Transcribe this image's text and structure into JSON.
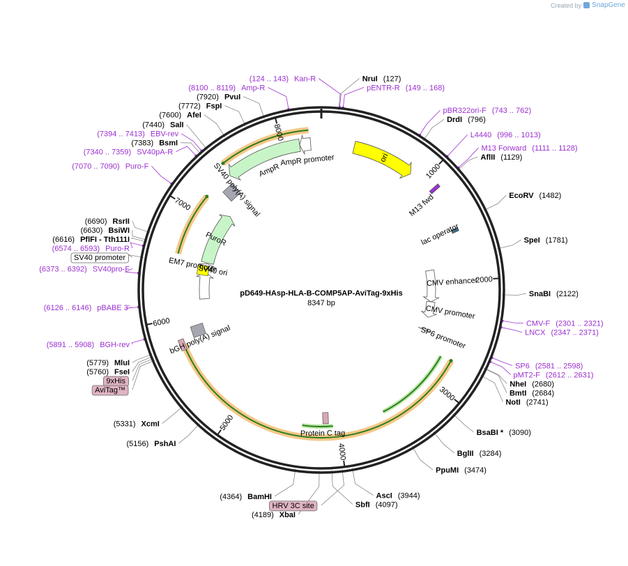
{
  "credit": {
    "created_by": "Created by",
    "brand": "SnapGene"
  },
  "plasmid": {
    "name": "pD649-HAsp-HLA-B-COMP5AP-AviTag-9xHis",
    "size_text": "8347 bp",
    "length": 8347
  },
  "colors": {
    "backbone": "#222222",
    "primer": "#9b30d0",
    "orf_highlight": "#f5c889",
    "orf_core": "#2e7d1f",
    "feature_green": "#c8f5c8",
    "feature_yellow": "#ffff00",
    "feature_gray": "#a4a6b0",
    "feature_pink": "#d8a8b4",
    "tag_box": "#e0b4c2"
  },
  "ticks": [
    {
      "bp": 1000,
      "label": "1000"
    },
    {
      "bp": 2000,
      "label": "2000"
    },
    {
      "bp": 3000,
      "label": "3000"
    },
    {
      "bp": 4000,
      "label": "4000"
    },
    {
      "bp": 5000,
      "label": "5000"
    },
    {
      "bp": 6000,
      "label": "6000"
    },
    {
      "bp": 7000,
      "label": "7000"
    },
    {
      "bp": 8000,
      "label": "8000"
    }
  ],
  "enzymes": [
    {
      "name": "NruI",
      "pos": "(127)",
      "bp": 127,
      "side": "right"
    },
    {
      "name": "DrdI",
      "pos": "(796)",
      "bp": 796,
      "side": "right"
    },
    {
      "name": "AflII",
      "pos": "(1129)",
      "bp": 1129,
      "side": "right"
    },
    {
      "name": "EcoRV",
      "pos": "(1482)",
      "bp": 1482,
      "side": "right"
    },
    {
      "name": "SpeI",
      "pos": "(1781)",
      "bp": 1781,
      "side": "right"
    },
    {
      "name": "SnaBI",
      "pos": "(2122)",
      "bp": 2122,
      "side": "right"
    },
    {
      "name": "NheI",
      "pos": "(2680)",
      "bp": 2680,
      "side": "right"
    },
    {
      "name": "BmtI",
      "pos": "(2684)",
      "bp": 2684,
      "side": "right"
    },
    {
      "name": "NotI",
      "pos": "(2741)",
      "bp": 2741,
      "side": "right"
    },
    {
      "name": "BsaBI *",
      "pos": "(3090)",
      "bp": 3090,
      "side": "right"
    },
    {
      "name": "BglII",
      "pos": "(3284)",
      "bp": 3284,
      "side": "right"
    },
    {
      "name": "PpuMI",
      "pos": "(3474)",
      "bp": 3474,
      "side": "right"
    },
    {
      "name": "AscI",
      "pos": "(3944)",
      "bp": 3944,
      "side": "right"
    },
    {
      "name": "SbfI",
      "pos": "(4097)",
      "bp": 4097,
      "side": "right"
    },
    {
      "name": "XbaI",
      "pos": "(4189)",
      "bp": 4189,
      "side": "left"
    },
    {
      "name": "BamHI",
      "pos": "(4364)",
      "bp": 4364,
      "side": "left"
    },
    {
      "name": "PshAI",
      "pos": "(5156)",
      "bp": 5156,
      "side": "left"
    },
    {
      "name": "XcmI",
      "pos": "(5331)",
      "bp": 5331,
      "side": "left"
    },
    {
      "name": "FseI",
      "pos": "(5760)",
      "bp": 5760,
      "side": "left"
    },
    {
      "name": "MluI",
      "pos": "(5779)",
      "bp": 5779,
      "side": "left"
    },
    {
      "name": "PflFI - Tth111I",
      "pos": "(6616)",
      "bp": 6616,
      "side": "left"
    },
    {
      "name": "BsiWI",
      "pos": "(6630)",
      "bp": 6630,
      "side": "left"
    },
    {
      "name": "RsrII",
      "pos": "(6690)",
      "bp": 6690,
      "side": "left"
    },
    {
      "name": "BsmI",
      "pos": "(7383)",
      "bp": 7383,
      "side": "left"
    },
    {
      "name": "SalI",
      "pos": "(7440)",
      "bp": 7440,
      "side": "left"
    },
    {
      "name": "AfeI",
      "pos": "(7600)",
      "bp": 7600,
      "side": "left"
    },
    {
      "name": "FspI",
      "pos": "(7772)",
      "bp": 7772,
      "side": "left"
    },
    {
      "name": "PvuI",
      "pos": "(7920)",
      "bp": 7920,
      "side": "left"
    }
  ],
  "primers": [
    {
      "name": "Kan-R",
      "range": "(124 .. 143)",
      "bp": 133,
      "side": "left"
    },
    {
      "name": "pENTR-R",
      "range": "(149 .. 168)",
      "bp": 158,
      "side": "right"
    },
    {
      "name": "pBR322ori-F",
      "range": "(743 .. 762)",
      "bp": 752,
      "side": "right"
    },
    {
      "name": "L4440",
      "range": "(996 .. 1013)",
      "bp": 1004,
      "side": "right"
    },
    {
      "name": "M13 Forward",
      "range": "(1111 .. 1128)",
      "bp": 1119,
      "side": "right"
    },
    {
      "name": "CMV-F",
      "range": "(2301 .. 2321)",
      "bp": 2311,
      "side": "right"
    },
    {
      "name": "LNCX",
      "range": "(2347 .. 2371)",
      "bp": 2359,
      "side": "right"
    },
    {
      "name": "SP6",
      "range": "(2581 .. 2598)",
      "bp": 2589,
      "side": "right"
    },
    {
      "name": "pMT2-F",
      "range": "(2612 .. 2631)",
      "bp": 2621,
      "side": "right"
    },
    {
      "name": "BGH-rev",
      "range": "(5891 .. 5908)",
      "bp": 5899,
      "side": "left"
    },
    {
      "name": "pBABE 3'",
      "range": "(6126 .. 6146)",
      "bp": 6136,
      "side": "left"
    },
    {
      "name": "SV40pro-F",
      "range": "(6373 .. 6392)",
      "bp": 6382,
      "side": "left"
    },
    {
      "name": "Puro-R",
      "range": "(6574 .. 6593)",
      "bp": 6583,
      "side": "left"
    },
    {
      "name": "Puro-F",
      "range": "(7070 .. 7090)",
      "bp": 7080,
      "side": "left"
    },
    {
      "name": "SV40pA-R",
      "range": "(7340 .. 7359)",
      "bp": 7349,
      "side": "left"
    },
    {
      "name": "EBV-rev",
      "range": "(7394 .. 7413)",
      "bp": 7403,
      "side": "left"
    },
    {
      "name": "Amp-R",
      "range": "(8100 .. 8119)",
      "bp": 8109,
      "side": "left"
    }
  ],
  "boxed_labels": [
    {
      "name": "SV40 promoter",
      "bp": 6500,
      "style": "outline"
    },
    {
      "name": "9xHis",
      "bp": 5745,
      "style": "tag"
    },
    {
      "name": "AviTag™",
      "bp": 5730,
      "style": "tag"
    },
    {
      "name": "HRV 3C site",
      "bp": 4020,
      "style": "tag"
    }
  ],
  "features": [
    {
      "name": "ori",
      "start": 300,
      "end": 870,
      "r": 210,
      "w": 18,
      "dir": 1,
      "color": "#ffff00",
      "label_inside": true
    },
    {
      "name": "AmpR",
      "start": 7450,
      "end": 8150,
      "r": 210,
      "w": 18,
      "dir": -1,
      "color": "#c8f5c8",
      "label_inside": false
    },
    {
      "name": "AmpR promoter",
      "start": 8150,
      "end": 8250,
      "r": 210,
      "w": 18,
      "dir": -1,
      "color": "#ffffff",
      "label_inside": false
    },
    {
      "name": "CMV enhancer",
      "start": 1850,
      "end": 2230,
      "r": 158,
      "w": 12,
      "dir": 1,
      "color": "#ffffff",
      "label_inside": false
    },
    {
      "name": "CMV promoter",
      "start": 2230,
      "end": 2420,
      "r": 158,
      "w": 12,
      "dir": 1,
      "color": "#ffffff",
      "label_inside": false
    },
    {
      "name": "SP6 promoter",
      "start": 2560,
      "end": 2580,
      "r": 158,
      "w": 8,
      "dir": 1,
      "color": "#ffffff",
      "label_inside": false
    },
    {
      "name": "PuroR",
      "start": 6570,
      "end": 7160,
      "r": 168,
      "w": 18,
      "dir": 1,
      "color": "#c8f5c8",
      "label_inside": true
    },
    {
      "name": "EM7 promoter",
      "start": 6500,
      "end": 6560,
      "r": 168,
      "w": 14,
      "dir": 1,
      "color": "#ffffff",
      "label_inside": false
    },
    {
      "name": "SV40 promoter",
      "start": 6160,
      "end": 6460,
      "r": 168,
      "w": 14,
      "dir": 1,
      "color": "#ffffff",
      "label_inside": false
    }
  ],
  "feature_labels": [
    {
      "name": "AmpR promoter",
      "bp": 8205
    },
    {
      "name": "AmpR",
      "bp": 7800
    },
    {
      "name": "SV40 poly(A) signal",
      "bp": 7420
    },
    {
      "name": "M13 fwd",
      "bp": 1150
    },
    {
      "name": "lac operator",
      "bp": 1500
    },
    {
      "name": "CMV enhancer",
      "bp": 2000
    },
    {
      "name": "CMV promoter",
      "bp": 2310
    },
    {
      "name": "SP6 promoter",
      "bp": 2580
    },
    {
      "name": "Protein C tag",
      "bp": 4160
    },
    {
      "name": "bGH poly(A) signal",
      "bp": 5750
    },
    {
      "name": "SV40 ori",
      "bp": 6500
    },
    {
      "name": "EM7 promoter",
      "bp": 6520
    }
  ],
  "orfs": [
    {
      "start": 2750,
      "end": 5760,
      "dir": -1,
      "label": ""
    },
    {
      "start": 6590,
      "end": 7170,
      "dir": 1,
      "label": ""
    },
    {
      "start": 7470,
      "end": 8240,
      "dir": -1,
      "label": ""
    }
  ],
  "inner_arrows": [
    {
      "start": 2760,
      "end": 3550,
      "dir": 1
    },
    {
      "start": 4060,
      "end": 4360,
      "dir": -1
    }
  ]
}
